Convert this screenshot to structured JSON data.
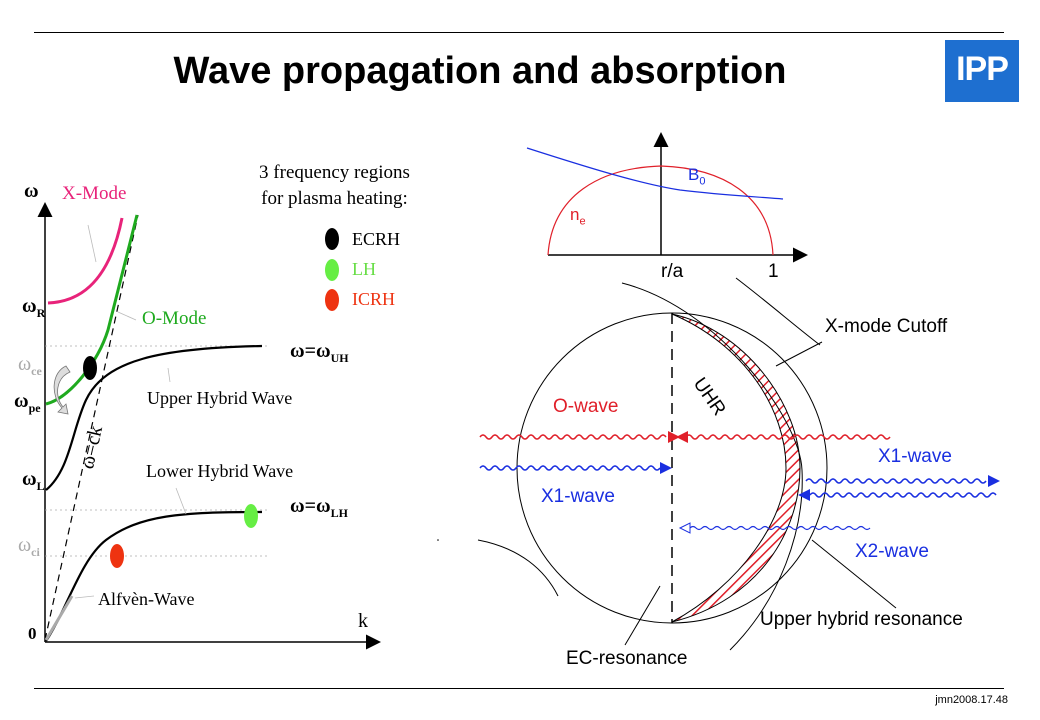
{
  "title": "Wave propagation and absorption",
  "logo_text": "IPP",
  "footer": "jmn2008.17.48",
  "colors": {
    "accent_blue": "#1e6fd0",
    "x_mode": "#e8237a",
    "o_mode": "#1faa1f",
    "ecrh": "#000000",
    "lh": "#66ee44",
    "icrh": "#ee3311",
    "red_wave": "#e0202a",
    "blue_wave": "#1a2fe0"
  },
  "dispersion": {
    "omega_label": "ω",
    "k_label": "k",
    "origin_label": "0",
    "omega_R": "ω",
    "omega_R_sub": "R",
    "omega_ce": "ω",
    "omega_ce_sub": "ce",
    "omega_pe": "ω",
    "omega_pe_sub": "pe",
    "omega_L": "ω",
    "omega_L_sub": "L",
    "omega_ci": "ω",
    "omega_ci_sub": "ci",
    "x_mode": "X-Mode",
    "o_mode": "O-Mode",
    "upper_hybrid": "Upper Hybrid Wave",
    "lower_hybrid": "Lower Hybrid Wave",
    "alfven": "Alfvèn-Wave",
    "omega_uh": "ω=ω",
    "omega_uh_sub": "UH",
    "omega_lh": "ω=ω",
    "omega_lh_sub": "LH",
    "light_line": "ω=ck"
  },
  "heating": {
    "heading_line1": "3 frequency regions",
    "heading_line2": "for plasma heating:",
    "items": [
      {
        "label": "ECRH",
        "color": "#000000"
      },
      {
        "label": "LH",
        "color": "#66ee44"
      },
      {
        "label": "ICRH",
        "color": "#ee3311"
      }
    ]
  },
  "profile": {
    "b0": "B",
    "b0_sub": "0",
    "ne": "n",
    "ne_sub": "e",
    "x_label": "r/a",
    "x_end": "1"
  },
  "cross_section": {
    "x_mode_cutoff": "X-mode Cutoff",
    "uhr": "UHR",
    "o_wave": "O-wave",
    "x1_wave_left": "X1-wave",
    "x1_wave_right": "X1-wave",
    "x2_wave": "X2-wave",
    "upper_hybrid_resonance": "Upper hybrid resonance",
    "ec_resonance": "EC-resonance"
  }
}
